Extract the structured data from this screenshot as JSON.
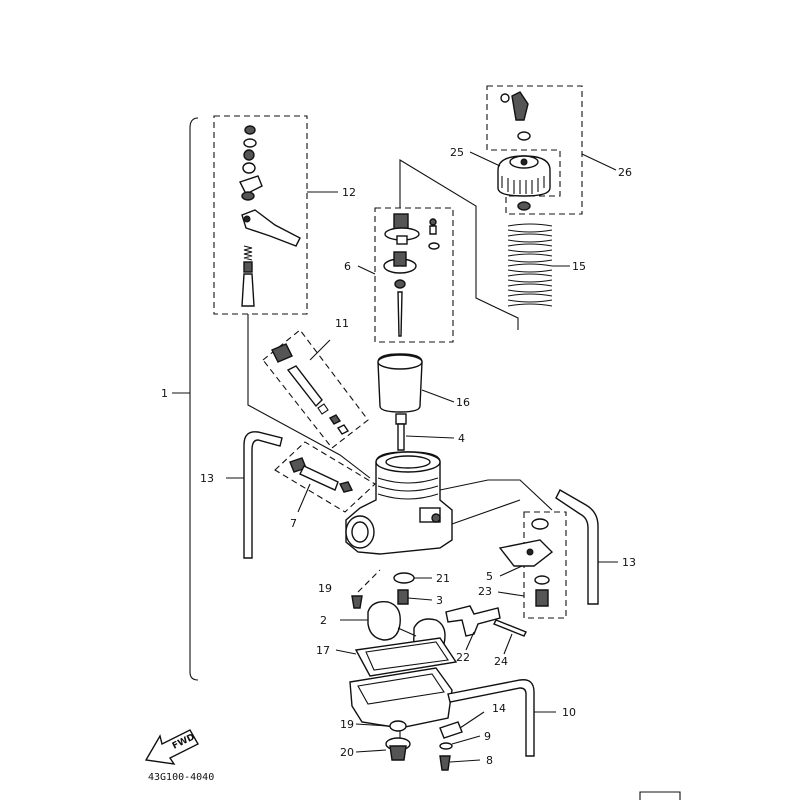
{
  "diagram": {
    "callouts": {
      "c1": "1",
      "c2": "2",
      "c3": "3",
      "c4": "4",
      "c5": "5",
      "c6": "6",
      "c7": "7",
      "c8": "8",
      "c9": "9",
      "c10": "10",
      "c11": "11",
      "c12": "12",
      "c13a": "13",
      "c13b": "13",
      "c14": "14",
      "c15": "15",
      "c16": "16",
      "c17": "17",
      "c19a": "19",
      "c19b": "19",
      "c20": "20",
      "c21": "21",
      "c22": "22",
      "c23": "23",
      "c24": "24",
      "c25": "25",
      "c26": "26"
    },
    "part_code": "43G100-4040",
    "fwd_label": "FWD"
  }
}
